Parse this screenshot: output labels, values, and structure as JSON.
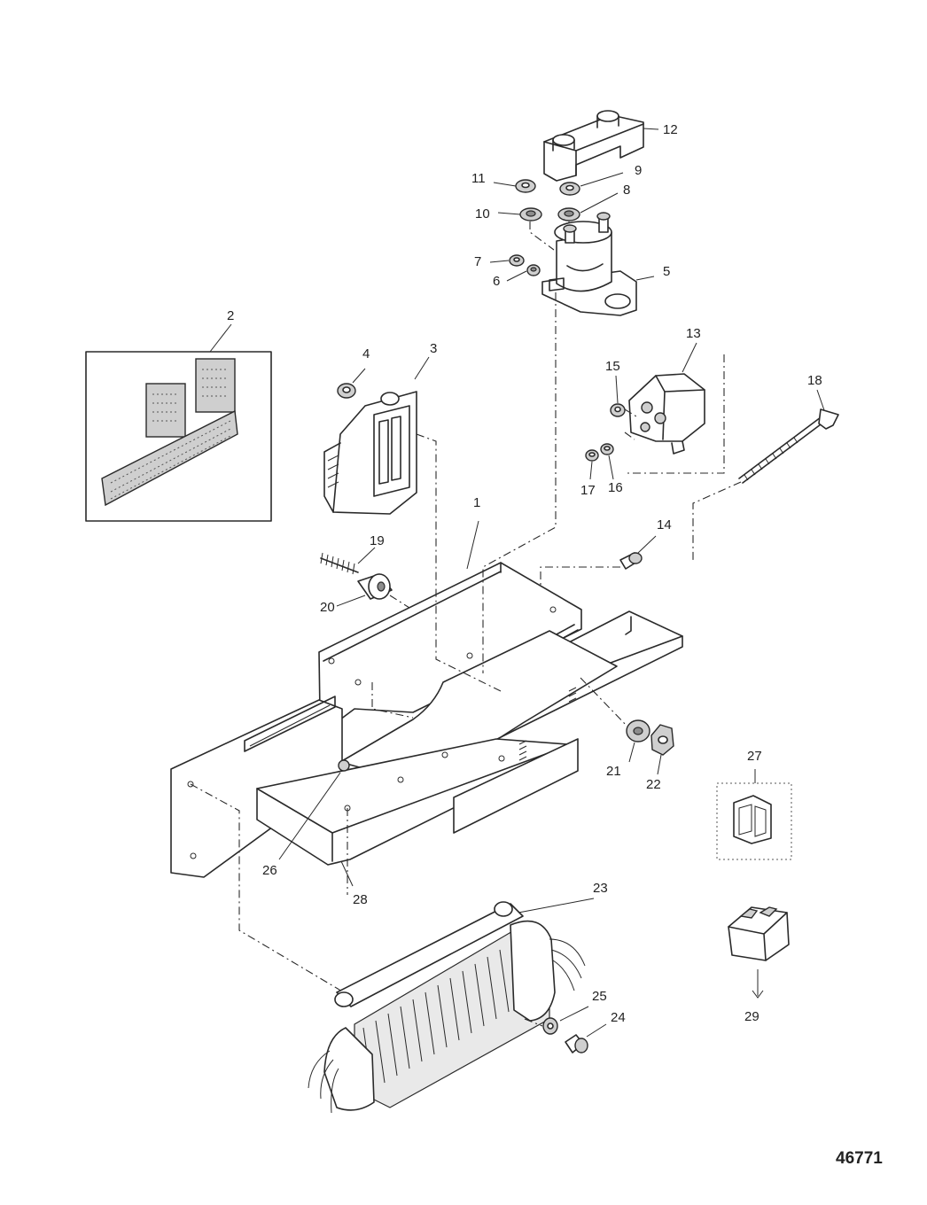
{
  "diagram": {
    "figure_number": "46771",
    "callouts": [
      {
        "id": "c1",
        "label": "1"
      },
      {
        "id": "c2",
        "label": "2"
      },
      {
        "id": "c3",
        "label": "3"
      },
      {
        "id": "c4",
        "label": "4"
      },
      {
        "id": "c5",
        "label": "5"
      },
      {
        "id": "c6",
        "label": "6"
      },
      {
        "id": "c7",
        "label": "7"
      },
      {
        "id": "c8",
        "label": "8"
      },
      {
        "id": "c9",
        "label": "9"
      },
      {
        "id": "c10",
        "label": "10"
      },
      {
        "id": "c11",
        "label": "11"
      },
      {
        "id": "c12",
        "label": "12"
      },
      {
        "id": "c13",
        "label": "13"
      },
      {
        "id": "c14",
        "label": "14"
      },
      {
        "id": "c15",
        "label": "15"
      },
      {
        "id": "c16",
        "label": "16"
      },
      {
        "id": "c17",
        "label": "17"
      },
      {
        "id": "c18",
        "label": "18"
      },
      {
        "id": "c19",
        "label": "19"
      },
      {
        "id": "c20",
        "label": "20"
      },
      {
        "id": "c21",
        "label": "21"
      },
      {
        "id": "c22",
        "label": "22"
      },
      {
        "id": "c23",
        "label": "23"
      },
      {
        "id": "c24",
        "label": "24"
      },
      {
        "id": "c25",
        "label": "25"
      },
      {
        "id": "c26",
        "label": "26"
      },
      {
        "id": "c27",
        "label": "27"
      },
      {
        "id": "c28",
        "label": "28"
      },
      {
        "id": "c29",
        "label": "29"
      }
    ]
  }
}
